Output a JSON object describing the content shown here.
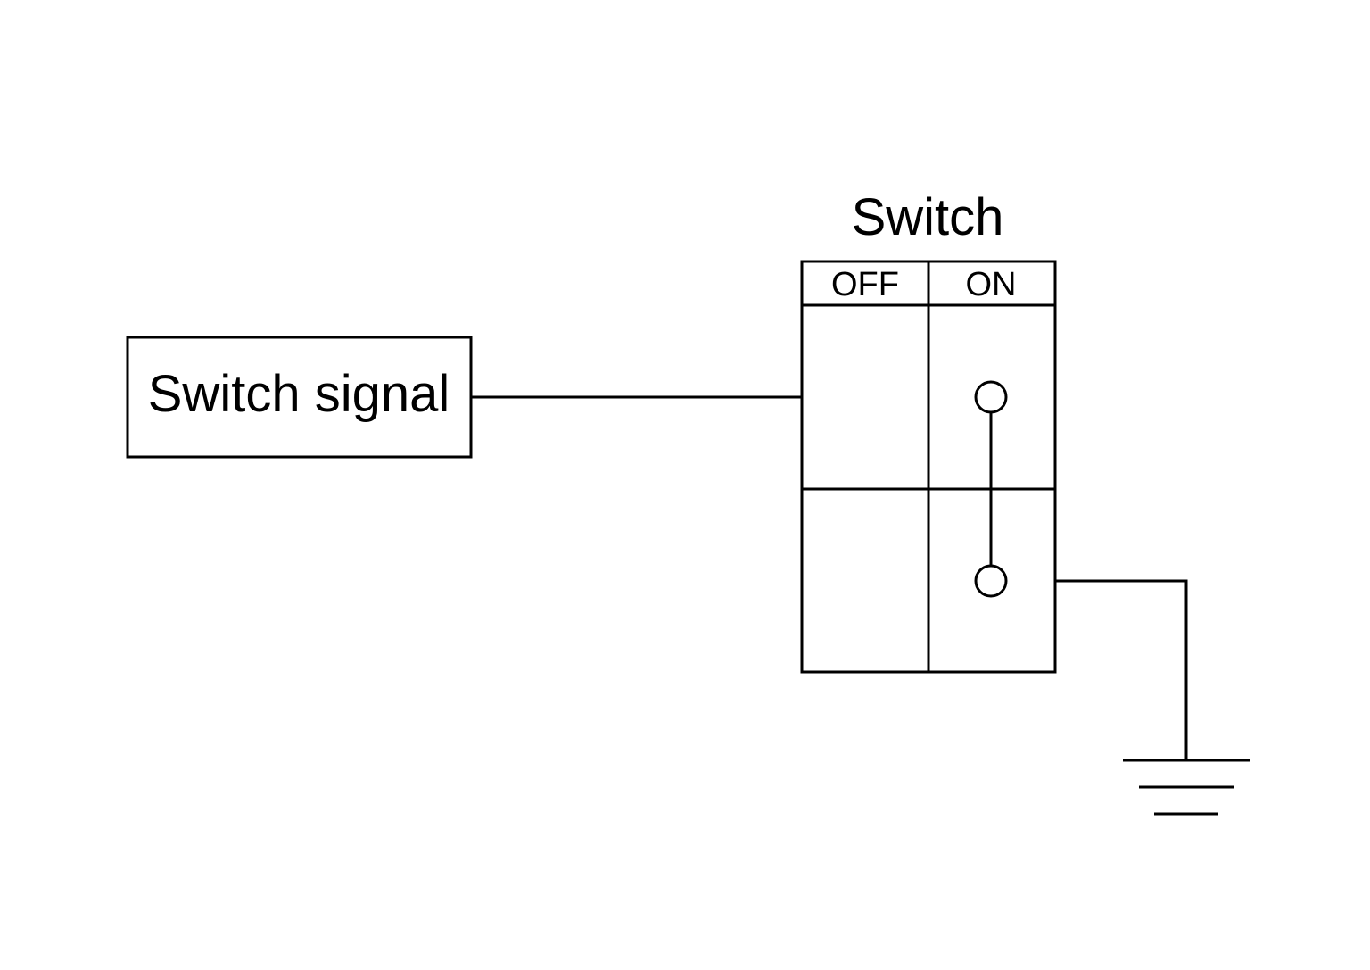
{
  "diagram": {
    "signal_block": {
      "label": "Switch signal"
    },
    "switch": {
      "title": "Switch",
      "columns": [
        "OFF",
        "ON"
      ],
      "state": "ON"
    },
    "ground": {
      "symbol": "ground-icon"
    },
    "colors": {
      "stroke": "#000000",
      "background": "#ffffff"
    }
  }
}
